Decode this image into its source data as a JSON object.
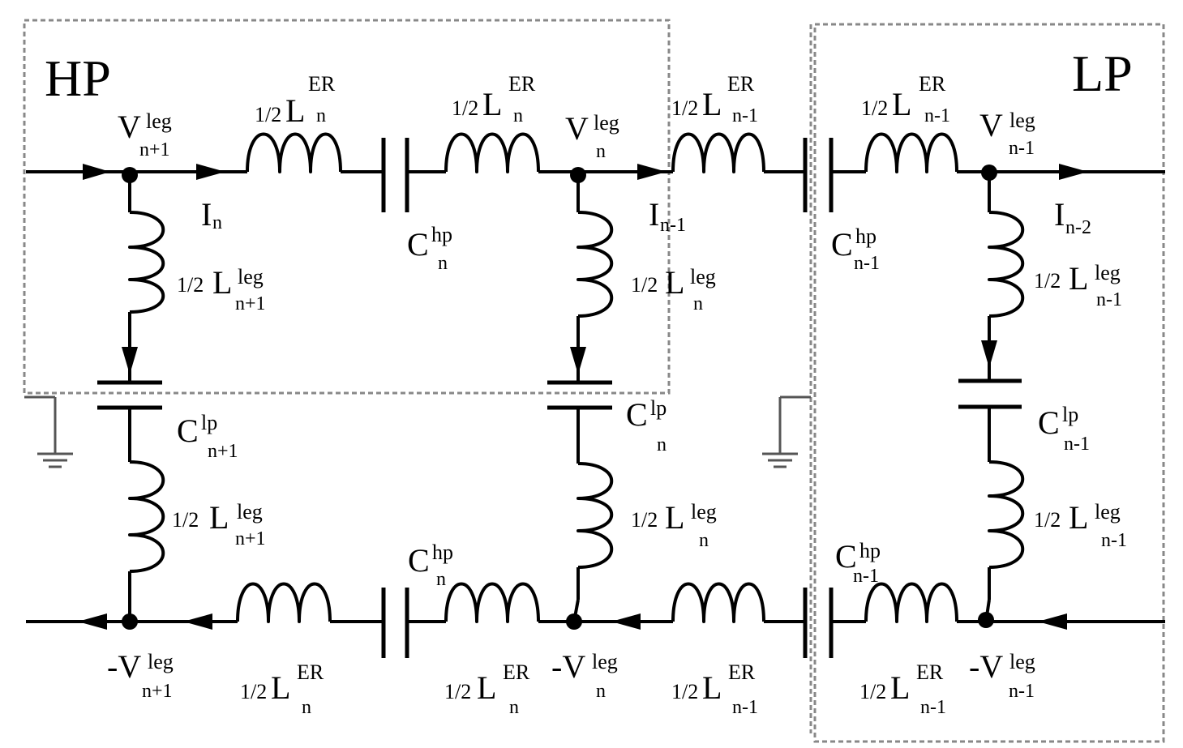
{
  "regions": {
    "hp": "HP",
    "lp": "LP"
  },
  "labels": {
    "half": "1/2",
    "L": "L",
    "V": "V",
    "negV": "-V",
    "I": "I",
    "C": "C",
    "sup_er": "ER",
    "sup_leg": "leg",
    "sup_hp": "hp",
    "sup_lp": "lp",
    "idx_n1p": "n+1",
    "idx_n": "n",
    "idx_n1m": "n-1",
    "idx_n2m": "n-2"
  }
}
